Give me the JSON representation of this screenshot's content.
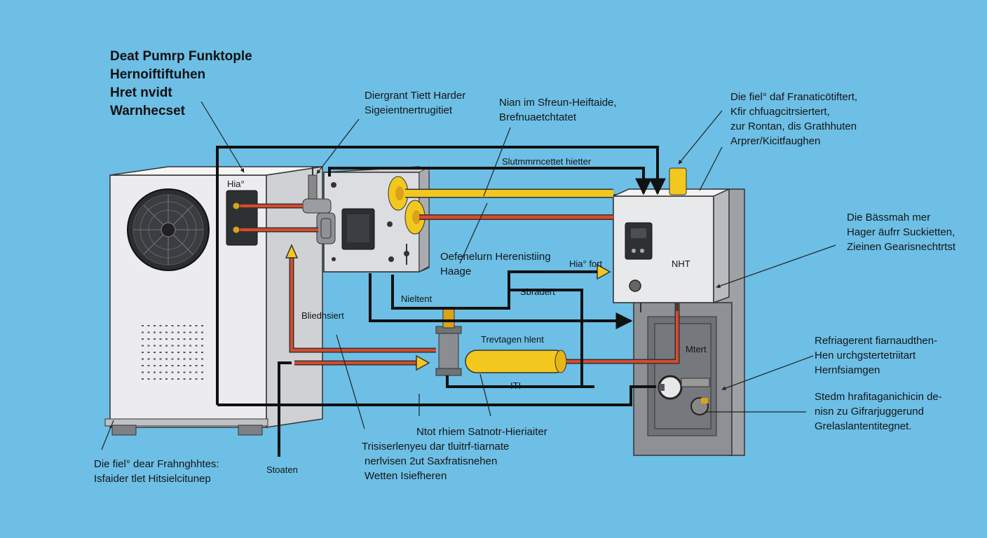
{
  "title_lines": [
    "Deat Pumrp Funktople",
    "Hernoiftiftuhen",
    "Hret nvidt",
    "Warnhecset"
  ],
  "labels": {
    "top_center": [
      "Diergrant Tiett Harder",
      "Sigeientnertrugitiet"
    ],
    "top_mid_right": [
      "Nian im Sfreun-Heiftaide,",
      "Brefnuaetchtatet"
    ],
    "top_right": [
      "Die fiel° daf Franaticötiftert,",
      "Kfir chfuagcitrsiertert,",
      "zur Rontan, dis Grathhuten",
      "Arprer/Kicitfaughen"
    ],
    "right_mid": [
      "Die Bässmah mer",
      "Hager äufrr Suckietten,",
      "Zieinen Gearisnechtrtst"
    ],
    "right_lower": [
      "Refriagerent fiarnaudthen-",
      "Hen urchgstertetriitart",
      "Hernfsiamgen"
    ],
    "right_bottom": [
      "Stedm hrafitaganichicin de-",
      "nisn zu Gifrarjuggerund",
      "Grelaslantentitegnet."
    ],
    "bottom_left": [
      "Die fiel° dear Frahnghhtes:",
      "Isfaider tlet Hitsielcitunep"
    ],
    "bottom_center": [
      "Ntot rhiem Satnotr-Hieriaiter",
      "Trisiserlenyeu dar tluitrf-tiarnate",
      "nerlvisen 2ut Saxfratisnehen",
      "Wetten Isiefheren"
    ],
    "stoaten": "Stoaten",
    "pipe_top": "Slutmmrncettet hietter",
    "oefenelum": [
      "Oefenelurn Herenistiing",
      "Haage"
    ],
    "hiafort": "Hia° fort",
    "sbradert": "Sbradert",
    "nieltent": "Nieltent",
    "bliedhsiert": "Bliedhsiert",
    "trevtagen": "Trevtagen hlent",
    "iti": "ITI",
    "mtert": "Mtert",
    "outdoor_tag": "Hia°",
    "indoor_tag": "NHT"
  },
  "colors": {
    "background": "#6dbfe6",
    "refrigerant_hot": "#d94a2a",
    "refrigerant_liquid": "#f2c81f",
    "pipe_dark": "#111111",
    "unit_body": "#e6e7e9",
    "unit_side": "#c7c9cc"
  }
}
